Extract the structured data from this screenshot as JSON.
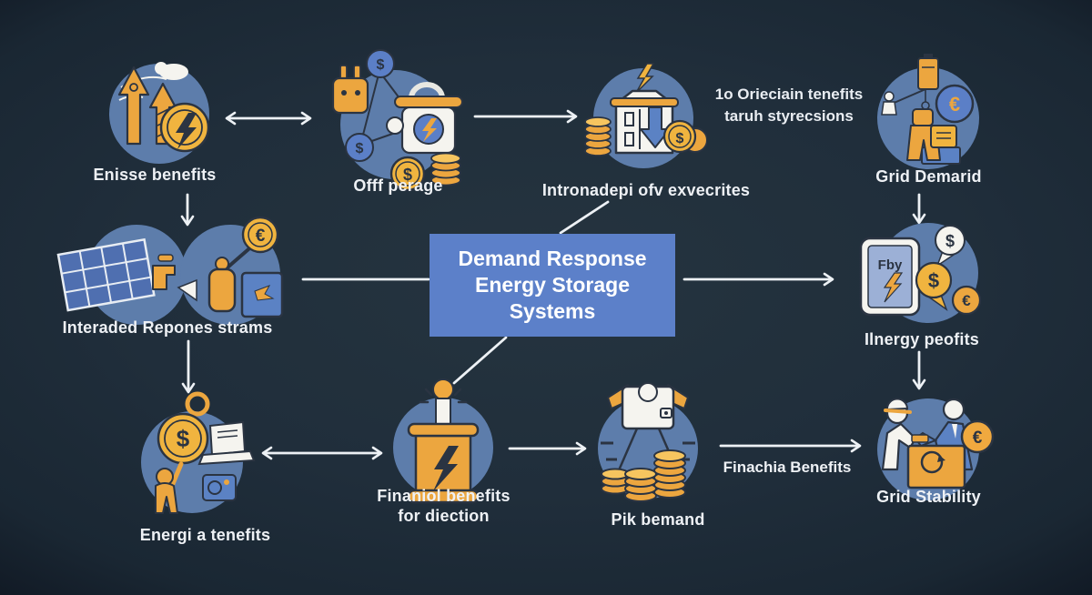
{
  "colors": {
    "background": "#1f2d3a",
    "node_circle": "#5d7dab",
    "center_box": "#5c80c9",
    "orange": "#eca63f",
    "coin_yellow": "#f0b43f",
    "blue_coin": "#5b7fc7",
    "panel_blue": "#4f6fb0",
    "white": "#f5f4ef",
    "outline_dark": "#2b3442",
    "arrow": "#edf1f5",
    "text": "#eef1f5"
  },
  "glyphs": {
    "dollar": "$",
    "euro": "€"
  },
  "center": {
    "title_lines": [
      "Demand Response",
      "Energy Storage",
      "Systems"
    ]
  },
  "side_note": {
    "line1": "1o Orieciain tenefits",
    "line2": "taruh styrecsions"
  },
  "arrow_label": "Finachia Benefits",
  "nodes": {
    "a": {
      "label": "Enisse benefits",
      "icon": "transmission-arrows-cloud-lightning-coin"
    },
    "b": {
      "label": "Offf perage",
      "icon": "plug-dollar-network-bucket-coins"
    },
    "c": {
      "label": "Intronadepi ofv exvecrites",
      "icon": "building-down-arrow-coins"
    },
    "d": {
      "label": "Grid Demarid",
      "icon": "crane-battery-worker-euro"
    },
    "e": {
      "label": "Interaded Repones strams",
      "icon": "solar-panel-faucet-torch-euro-flag"
    },
    "f": {
      "label": "Ilnergy peofits",
      "tablet_text": "Fby",
      "icon": "tablet-lightning-dollar-bubbles-euro"
    },
    "g": {
      "label": "Energi a tenefits",
      "icon": "person-dollar-coin-laptop"
    },
    "h": {
      "label": "Finaniol benefits",
      "label2": "for diection",
      "icon": "podium-lightning-bulb"
    },
    "i": {
      "label": "Pik bemand",
      "icon": "wallet-road-coin-stacks"
    },
    "j": {
      "label": "Grid Stability",
      "icon": "handshake-desk-euro"
    }
  },
  "connections": [
    {
      "from": "a",
      "to": "b",
      "type": "double-arrow"
    },
    {
      "from": "b",
      "to": "c",
      "type": "arrow"
    },
    {
      "from": "a",
      "to": "e",
      "type": "arrow-down"
    },
    {
      "from": "c",
      "to": "center",
      "type": "line"
    },
    {
      "from": "d",
      "to": "f",
      "type": "arrow-down"
    },
    {
      "from": "e",
      "to": "center",
      "type": "line"
    },
    {
      "from": "center",
      "to": "f",
      "type": "arrow"
    },
    {
      "from": "e",
      "to": "g",
      "type": "arrow-down"
    },
    {
      "from": "center",
      "to": "h",
      "type": "line"
    },
    {
      "from": "f",
      "to": "j",
      "type": "arrow-down"
    },
    {
      "from": "g",
      "to": "h",
      "type": "double-arrow"
    },
    {
      "from": "h",
      "to": "i",
      "type": "arrow"
    },
    {
      "from": "i",
      "to": "j",
      "type": "arrow",
      "label": "Finachia Benefits"
    }
  ]
}
